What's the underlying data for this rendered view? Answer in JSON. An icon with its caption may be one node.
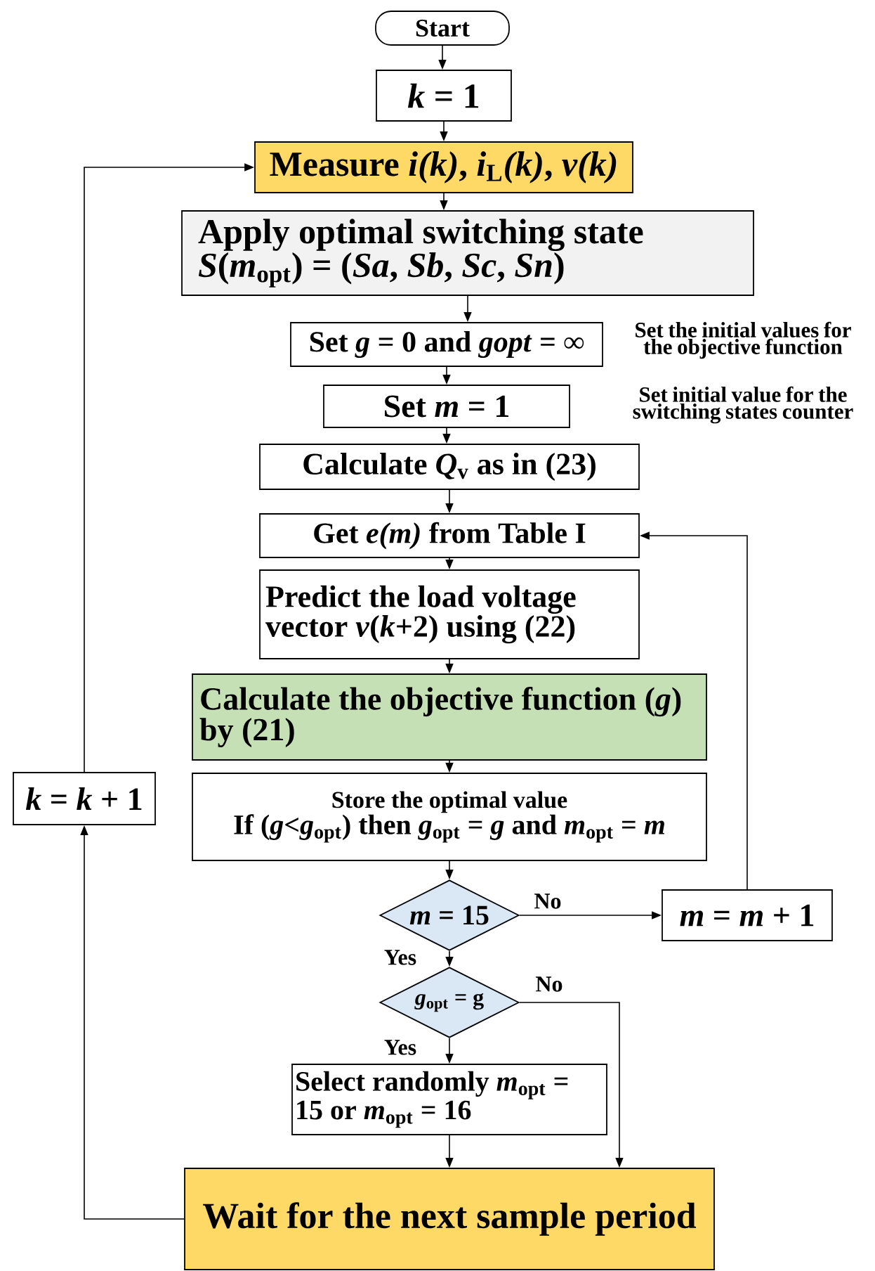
{
  "diagram": {
    "nodes": [
      {
        "text": [
          "Start"
        ]
      },
      {
        "text": [
          "*k* = 1"
        ]
      },
      {
        "text": [
          "Measure *i(k)*, *i*$_{L}$*(k)*, *v(k)*"
        ]
      },
      {
        "text": [
          "Apply optimal switching state *S*(*m*$_{opt}$) = (*Sa*, *Sb*, *Sc*, *Sn*)"
        ]
      },
      {
        "text": [
          "Set *g* = 0 and *gopt* = ∞"
        ]
      },
      {
        "text": [
          "Set *m* = 1"
        ]
      },
      {
        "text": [
          "Calculate *Q*$_{v}$ as in (23)"
        ]
      },
      {
        "text": [
          "Get *e(m)* from Table I"
        ]
      },
      {
        "text": [
          "Predict the load voltage vector *v*(*k*+2) using (22)"
        ]
      },
      {
        "text": [
          "Calculate the objective function (*g*) by (21)"
        ]
      },
      {
        "text": [
          "Store the optimal value",
          "If (*g*<*g*$_{opt}$) then *g*$_{opt}$ = *g* and *m*$_{opt}$ = *m*"
        ]
      },
      {
        "text": [
          "*m* = 15"
        ]
      },
      {
        "text": [
          "*g*$_{opt}$ = g"
        ]
      },
      {
        "text": [
          "Select randomly *m*$_{opt}$ = 15 or *m*$_{opt}$ = 16"
        ]
      },
      {
        "text": [
          "Wait for the next sample period"
        ]
      },
      {
        "text": [
          "*k* = *k* + 1"
        ]
      },
      {
        "text": [
          "*m* = *m* + 1"
        ]
      }
    ],
    "edges": [
      {
        "from": 0,
        "to": 1,
        "arrow": "to"
      },
      {
        "from": 1,
        "to": 2,
        "arrow": "to"
      },
      {
        "from": 2,
        "to": 3,
        "arrow": "to"
      },
      {
        "from": 3,
        "to": 4,
        "arrow": "to"
      },
      {
        "from": 4,
        "to": 5,
        "arrow": "to"
      },
      {
        "from": 5,
        "to": 6,
        "arrow": "to"
      },
      {
        "from": 6,
        "to": 7,
        "arrow": "to"
      },
      {
        "from": 7,
        "to": 8,
        "arrow": "to"
      },
      {
        "from": 8,
        "to": 9,
        "arrow": "to"
      },
      {
        "from": 9,
        "to": 10,
        "arrow": "to"
      },
      {
        "from": 10,
        "to": 11,
        "arrow": "to"
      },
      {
        "from": 11,
        "to": 16,
        "arrow": "to",
        "label": "No"
      },
      {
        "from": 11,
        "to": 12,
        "arrow": "to",
        "label": "Yes"
      },
      {
        "from": 12,
        "to": 13,
        "arrow": "to",
        "label": "Yes"
      },
      {
        "from": 12,
        "to": 14,
        "arrow": "to",
        "label": "No"
      },
      {
        "from": 13,
        "to": 14,
        "arrow": "to"
      },
      {
        "from": 16,
        "to": 7,
        "arrow": "to"
      },
      {
        "from": 14,
        "to": 15,
        "arrow": "to"
      },
      {
        "from": 15,
        "to": 2,
        "arrow": "to"
      }
    ],
    "labels": [
      "Set the initial values for the objective function",
      "Set initial value for the switching states counter"
    ]
  }
}
